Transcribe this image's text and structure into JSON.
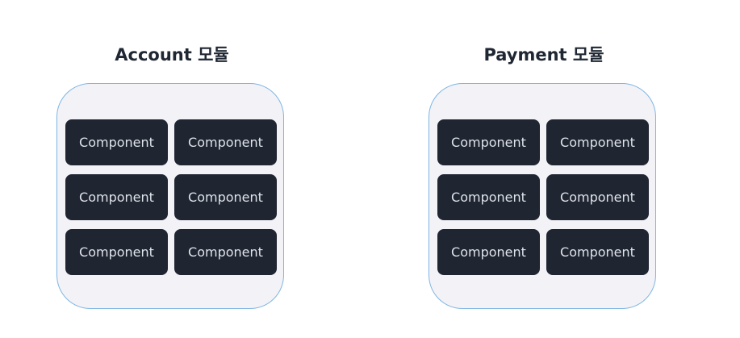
{
  "modules": [
    {
      "title": "Account 모듈",
      "components": [
        "Component",
        "Component",
        "Component",
        "Component",
        "Component",
        "Component"
      ]
    },
    {
      "title": "Payment 모듈",
      "components": [
        "Component",
        "Component",
        "Component",
        "Component",
        "Component",
        "Component"
      ]
    }
  ]
}
